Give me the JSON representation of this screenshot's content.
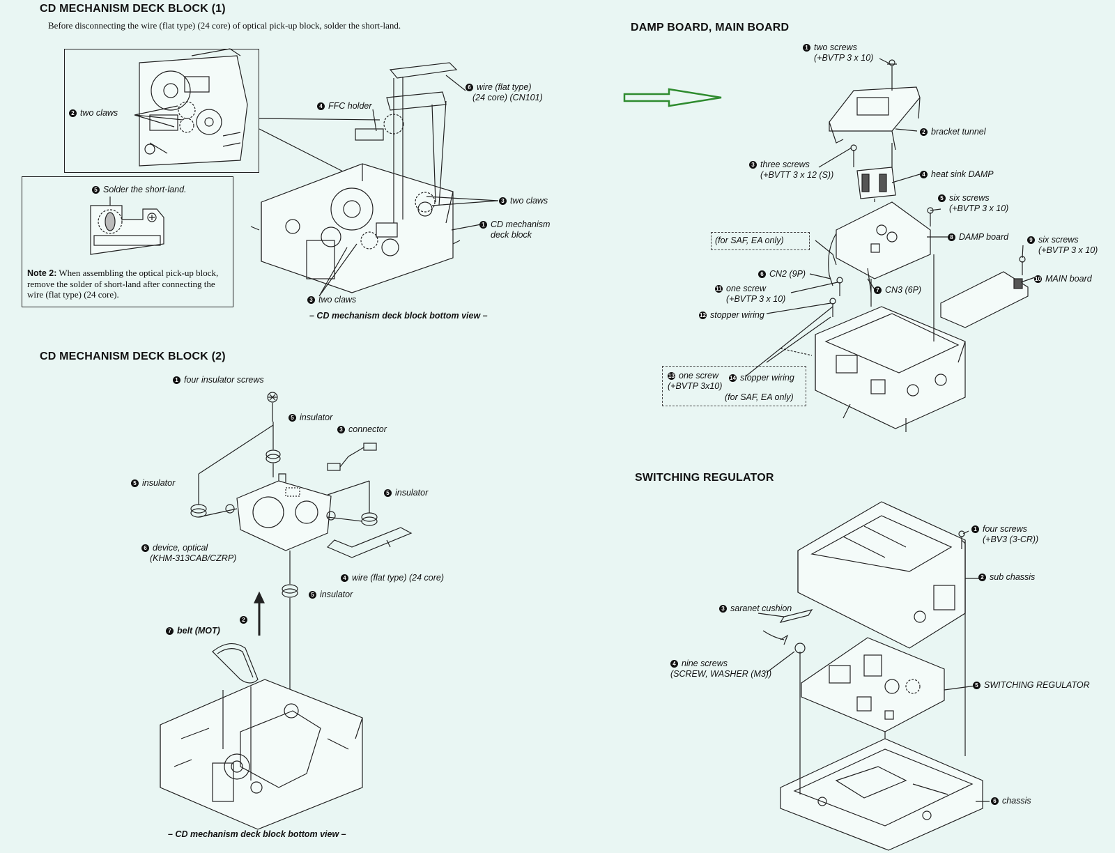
{
  "sections": {
    "cd1": {
      "title": "CD MECHANISM DECK BLOCK (1)",
      "intro": "Before disconnecting the wire (flat type) (24 core) of optical pick-up block, solder the short-land.",
      "labels": {
        "two_claws_a": {
          "num": "2",
          "text": "two claws"
        },
        "ffc_holder": {
          "num": "4",
          "text": "FFC holder"
        },
        "wire_flat": {
          "num": "6",
          "text": "wire (flat type)",
          "text2": "(24 core) (CN101)"
        },
        "solder": {
          "num": "5",
          "text": "Solder the short-land."
        },
        "two_claws_b": {
          "num": "3",
          "text": "two claws"
        },
        "cd_mech": {
          "num": "1",
          "text": "CD mechanism",
          "text2": "deck block"
        },
        "two_claws_c": {
          "num": "3",
          "text": "two claws"
        }
      },
      "note_label": "Note 2:",
      "note_text": "When assembling the optical pick-up block, remove the solder of short-land after connecting the wire (flat type) (24 core).",
      "caption": "– CD mechanism deck block bottom view –"
    },
    "cd2": {
      "title": "CD MECHANISM DECK BLOCK (2)",
      "labels": {
        "insulator_screws": {
          "num": "1",
          "text": "four  insulator screws"
        },
        "insulator_a": {
          "num": "5",
          "text": "insulator"
        },
        "connector": {
          "num": "3",
          "text": "connector"
        },
        "insulator_b": {
          "num": "5",
          "text": "insulator"
        },
        "insulator_c": {
          "num": "5",
          "text": "insulator"
        },
        "device": {
          "num": "6",
          "text": "device, optical",
          "text2": "(KHM-313CAB/CZRP)"
        },
        "wire": {
          "num": "4",
          "text": "wire (flat type) (24 core)"
        },
        "insulator_d": {
          "num": "5",
          "text": "insulator"
        },
        "belt": {
          "num": "7",
          "text": "belt (MOT)"
        },
        "arrow_num": "2"
      },
      "caption": "– CD mechanism deck block bottom view –"
    },
    "damp": {
      "title": "DAMP BOARD, MAIN BOARD",
      "labels": {
        "two_screws": {
          "num": "1",
          "text": "two screws",
          "text2": "(+BVTP 3 x 10)"
        },
        "bracket": {
          "num": "2",
          "text": "bracket tunnel"
        },
        "three_screws": {
          "num": "3",
          "text": "three screws",
          "text2": "(+BVTT 3 x 12 (S))"
        },
        "heat_sink": {
          "num": "4",
          "text": "heat sink DAMP"
        },
        "six_screws_a": {
          "num": "5",
          "text": "six screws",
          "text2": "(+BVTP 3 x 10)"
        },
        "saf_a": {
          "text": "(for SAF, EA only)"
        },
        "damp_board": {
          "num": "8",
          "text": "DAMP board"
        },
        "six_screws_b": {
          "num": "9",
          "text": "six screws",
          "text2": "(+BVTP 3 x 10)"
        },
        "cn2": {
          "num": "6",
          "text": "CN2 (9P)"
        },
        "main_board": {
          "num": "10",
          "text": "MAIN board"
        },
        "one_screw_a": {
          "num": "11",
          "text": "one screw",
          "text2": "(+BVTP 3 x 10)"
        },
        "cn3": {
          "num": "7",
          "text": "CN3 (6P)"
        },
        "stopper_a": {
          "num": "12",
          "text": "stopper wiring"
        },
        "one_screw_b": {
          "num": "13",
          "text": "one screw",
          "text2": "(+BVTP 3x10)"
        },
        "stopper_b": {
          "num": "14",
          "text": "stopper wiring"
        },
        "saf_b": {
          "text": "(for SAF, EA only)"
        }
      }
    },
    "sw": {
      "title": "SWITCHING REGULATOR",
      "labels": {
        "four_screws": {
          "num": "1",
          "text": "four screws",
          "text2": "(+BV3 (3-CR))"
        },
        "sub_chassis": {
          "num": "2",
          "text": "sub chassis"
        },
        "saranet": {
          "num": "3",
          "text": "saranet cushion"
        },
        "nine_screws": {
          "num": "4",
          "text": "nine screws",
          "text2": "(SCREW, WASHER (M3))"
        },
        "switching": {
          "num": "5",
          "text": "SWITCHING REGULATOR"
        },
        "chassis": {
          "num": "6",
          "text": "chassis"
        }
      }
    }
  },
  "colors": {
    "background": "#e9f6f3",
    "arrow": "#2e8b2e",
    "ink": "#111111"
  }
}
